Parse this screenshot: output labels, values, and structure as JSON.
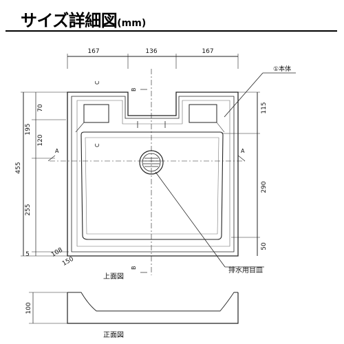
{
  "title": {
    "main": "サイズ詳細図",
    "unit": "(mm)"
  },
  "dimensions": {
    "top_left": "167",
    "top_mid": "136",
    "top_right": "167",
    "left_total": "455",
    "left_upper": "195",
    "left_70": "70",
    "left_120": "120",
    "left_255": "255",
    "left_5": "5",
    "right_115": "115",
    "right_290": "290",
    "right_50": "50",
    "r108": "108",
    "r150": "150",
    "front_height": "100"
  },
  "labels": {
    "body_part": "①本体",
    "drain_plate": "排水用目皿",
    "top_view": "上面図",
    "front_view": "正面図",
    "section_a": "A",
    "section_b": "B",
    "section_c": "C"
  },
  "colors": {
    "line": "#222222",
    "faint": "#8a8a8a"
  }
}
